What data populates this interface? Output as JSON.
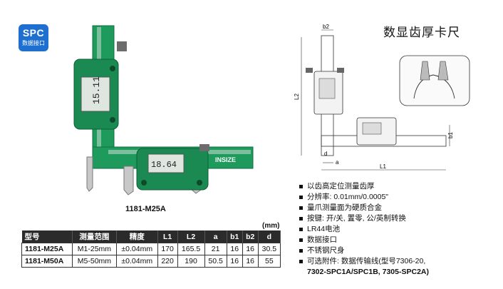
{
  "badge": {
    "line1": "SPC",
    "line2": "数据接口"
  },
  "title": "数显齿厚卡尺",
  "photo": {
    "caption": "1181-M25A",
    "brand_text": "INSIZE",
    "display_vertical": "15.11",
    "display_horizontal": "18.64"
  },
  "diagram": {
    "labels": {
      "b2": "b2",
      "l2": "L2",
      "b1": "b1",
      "a": "a",
      "d": "d",
      "l1": "L1"
    }
  },
  "table": {
    "unit": "(mm)",
    "headers": [
      "型号",
      "测量范围",
      "精度",
      "L1",
      "L2",
      "a",
      "b1",
      "b2",
      "d"
    ],
    "rows": [
      [
        "1181-M25A",
        "M1-25mm",
        "±0.04mm",
        "170",
        "165.5",
        "21",
        "16",
        "16",
        "30.5"
      ],
      [
        "1181-M50A",
        "M5-50mm",
        "±0.04mm",
        "220",
        "190",
        "50.5",
        "16",
        "16",
        "55"
      ]
    ]
  },
  "features": [
    "以齿高定位测量齿厚",
    "分辨率: 0.01mm/0.0005\"",
    "量爪测量面为硬质合金",
    "按键: 开/关, 置零, 公/英制转换",
    "LR44电池",
    "数据接口",
    "不锈钢尺身",
    "可选附件: 数据传输线(型号7306-20,"
  ],
  "features_continuation": "7302-SPC1A/SPC1B, 7305-SPC2A)"
}
